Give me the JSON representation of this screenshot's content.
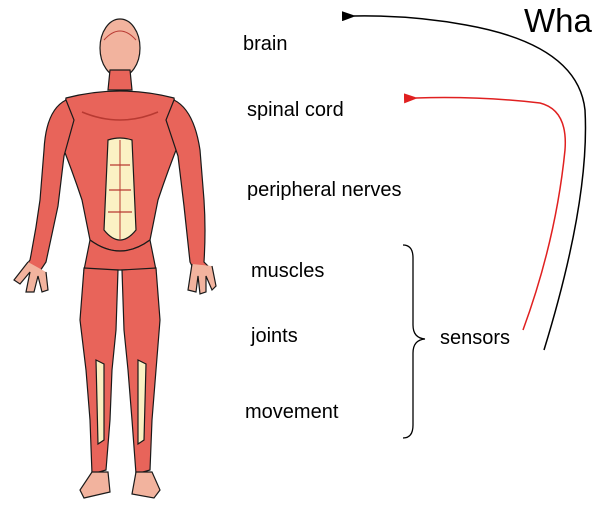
{
  "title": "Wha",
  "labels": {
    "brain": "brain",
    "spinal_cord": "spinal cord",
    "peripheral_nerves": "peripheral nerves",
    "muscles": "muscles",
    "joints": "joints",
    "movement": "movement",
    "sensors": "sensors"
  },
  "colors": {
    "muscle": "#e8645a",
    "muscle_dark": "#b83a32",
    "tendon": "#fbf1c4",
    "skin": "#f2b39e",
    "arrow_black": "#000000",
    "arrow_red": "#e02020"
  },
  "icons": {
    "figure": "anatomy-muscle-figure",
    "brace": "right-curly-brace"
  }
}
